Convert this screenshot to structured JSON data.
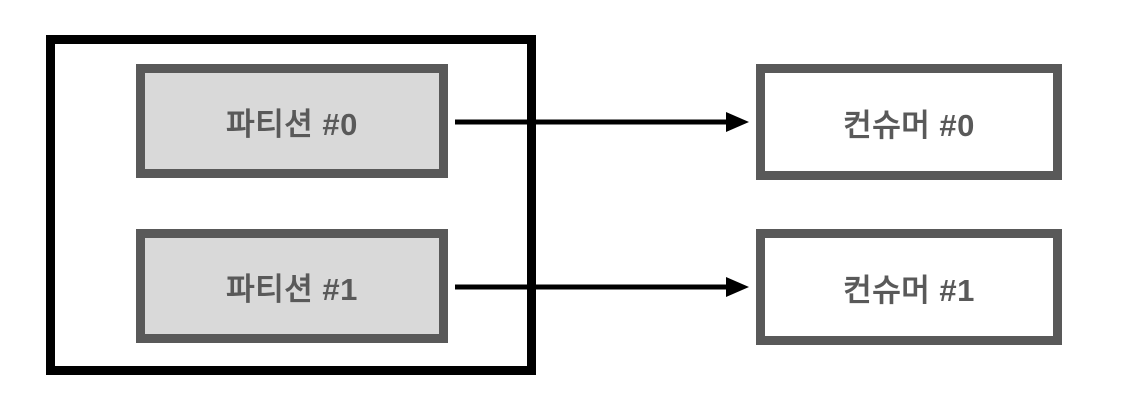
{
  "diagram": {
    "partitions": [
      {
        "label": "파티션 #0"
      },
      {
        "label": "파티션 #1"
      }
    ],
    "consumers": [
      {
        "label": "컨슈머 #0"
      },
      {
        "label": "컨슈머 #1"
      }
    ],
    "colors": {
      "group_border": "#000000",
      "node_border": "#595959",
      "partition_fill": "#d9d9d9",
      "consumer_fill": "#ffffff",
      "label_text": "#595959",
      "arrow": "#000000"
    }
  }
}
